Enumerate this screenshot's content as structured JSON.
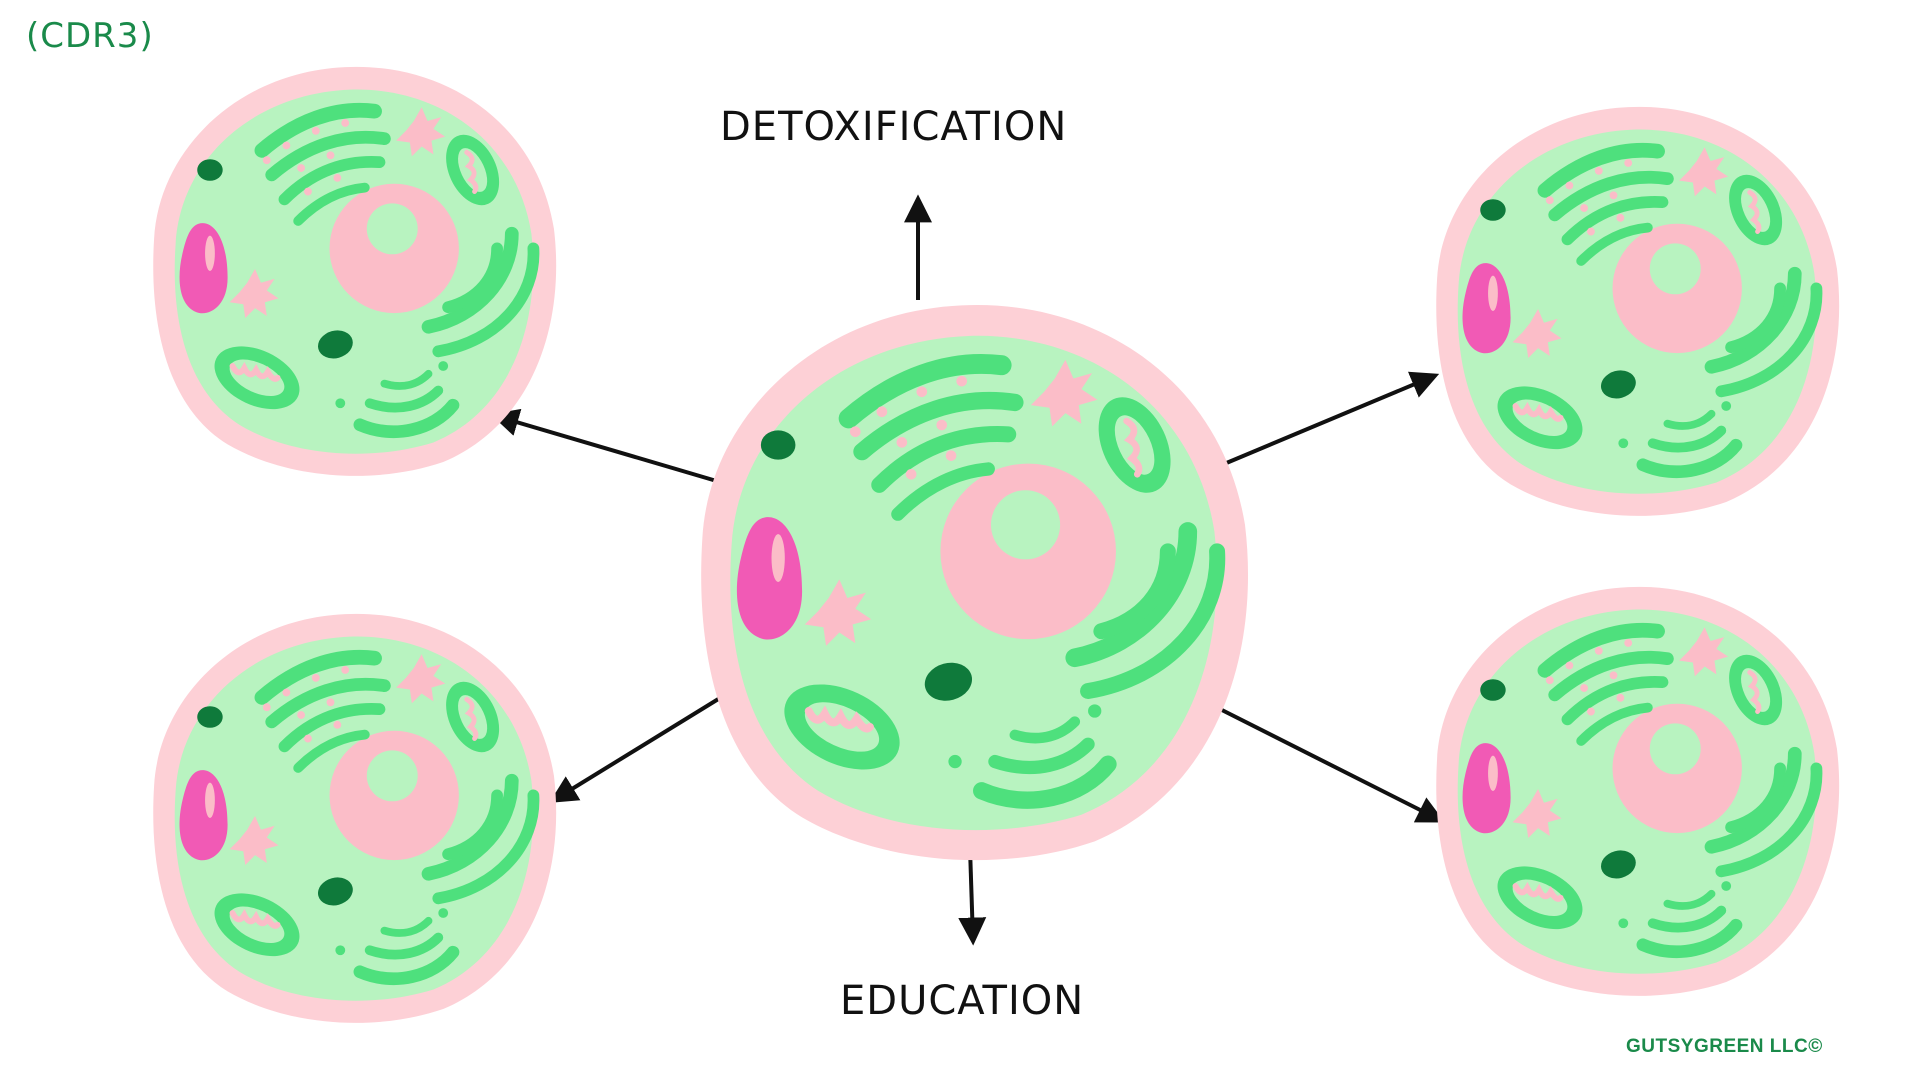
{
  "labels": {
    "corner": "(CDR3)",
    "top": "DETOXIFICATION",
    "bottom": "EDUCATION",
    "watermark": "GUTSYGREEN LLC©"
  },
  "colors": {
    "membrane": "#fdd0d6",
    "cytoplasm": "#b8f3c0",
    "nucleus": "#fbbdc8",
    "organelle_green": "#4ee07d",
    "dark_green": "#0f7a3b",
    "vacuole": "#f15ab5",
    "arrow": "#111111",
    "label_green": "#1a8a4a"
  },
  "cells": [
    {
      "name": "center-cell",
      "role": "source"
    },
    {
      "name": "top-left-cell",
      "role": "daughter"
    },
    {
      "name": "bottom-left-cell",
      "role": "daughter"
    },
    {
      "name": "top-right-cell",
      "role": "daughter"
    },
    {
      "name": "bottom-right-cell",
      "role": "daughter"
    }
  ]
}
